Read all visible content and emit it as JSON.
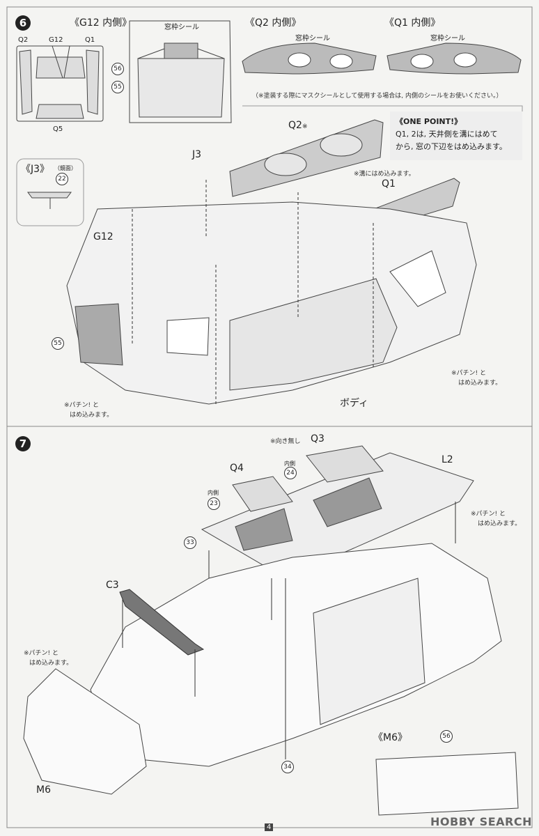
{
  "step6": {
    "number": "6",
    "g12_title": "《G12 内側》",
    "q2_title": "《Q2 内側》",
    "q1_title": "《Q1 内側》",
    "window_seal": "窓枠シール",
    "window_seal_q2": "窓枠シール",
    "window_seal_q1": "窓枠シール",
    "sprue": {
      "q2": "Q2",
      "g12": "G12",
      "q1": "Q1",
      "q5": "Q5"
    },
    "mask_note": "（※塗装する際にマスクシールとして使用する場合は, 内側のシールをお使いください。）",
    "one_point": {
      "title": "《ONE POINT!》",
      "line1": "Q1, 2は, 天井側を溝にはめて",
      "line2": "から, 窓の下辺をはめ込みます。"
    },
    "j3_title": "《J3》",
    "j3_sub": "（鏡面）",
    "labels": {
      "q2": "Q2",
      "q2_mark": "※",
      "j3": "J3",
      "q1": "Q1",
      "g12": "G12",
      "body": "ボディ"
    },
    "groove_note": "※溝にはめ込みます。",
    "snap_note_line1": "※パチン! と",
    "snap_note_line2": "はめ込みます。",
    "snap_note_right_line1": "※パチン! と",
    "snap_note_right_line2": "はめ込みます。",
    "parts": {
      "p56": "56",
      "p55a": "55",
      "p22": "22",
      "p55b": "55"
    }
  },
  "step7": {
    "number": "7",
    "q3_note": "※向き無し",
    "labels": {
      "q3": "Q3",
      "q4": "Q4",
      "l2": "L2",
      "c3": "C3",
      "m6": "M6",
      "m6_detail": "《M6》"
    },
    "inner_q4": "内側",
    "inner_q3": "内側",
    "snap_right_line1": "※パチン! と",
    "snap_right_line2": "はめ込みます。",
    "snap_left_line1": "※パチン! と",
    "snap_left_line2": "はめ込みます。",
    "parts": {
      "p23": "23",
      "p24": "24",
      "p33": "33",
      "p34": "34",
      "p56": "56"
    }
  },
  "footer": {
    "page": "4",
    "watermark": "HOBBY SEARCH"
  }
}
